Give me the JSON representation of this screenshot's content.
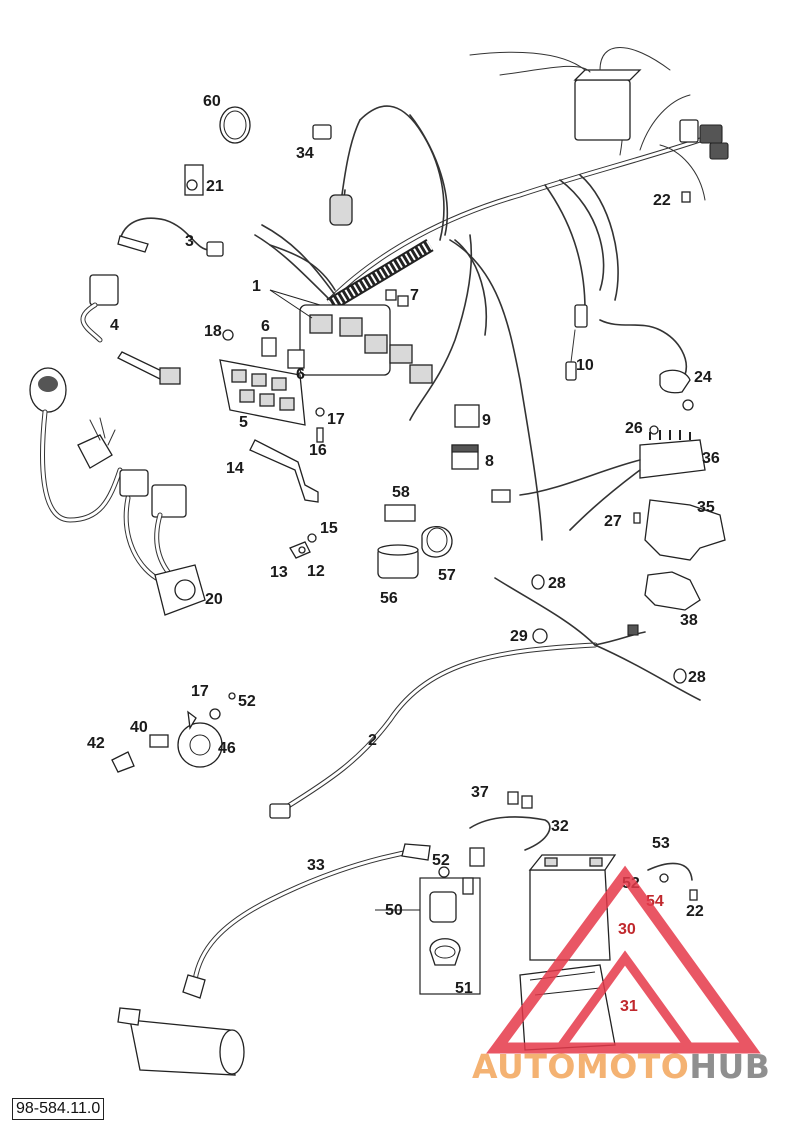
{
  "document_code": "98-584.11.0",
  "watermark": {
    "text_a": "AUTOMOTO",
    "text_b": "HUB",
    "color_a": "#f3a55a",
    "color_b": "#7c7c7c",
    "triangle_color": "#e6394a"
  },
  "part_labels": {
    "p60": "60",
    "p34": "34",
    "p21": "21",
    "p3": "3",
    "p22a": "22",
    "p1": "1",
    "p7": "7",
    "p4": "4",
    "p18": "18",
    "p6a": "6",
    "p6b": "6",
    "p10": "10",
    "p24": "24",
    "p5": "5",
    "p17a": "17",
    "p16": "16",
    "p9": "9",
    "p8": "8",
    "p26": "26",
    "p36": "36",
    "p14": "14",
    "p58": "58",
    "p35": "35",
    "p27": "27",
    "p15": "15",
    "p13": "13",
    "p12": "12",
    "p56": "56",
    "p57": "57",
    "p20": "20",
    "p28a": "28",
    "p38": "38",
    "p29": "29",
    "p28b": "28",
    "p17b": "17",
    "p52a": "52",
    "p40": "40",
    "p42": "42",
    "p46": "46",
    "p2": "2",
    "p37": "37",
    "p32": "32",
    "p53": "53",
    "p33": "33",
    "p52b": "52",
    "p52c": "52",
    "p54": "54",
    "p22b": "22",
    "p50": "50",
    "p30": "30",
    "p51": "51",
    "p31": "31"
  }
}
